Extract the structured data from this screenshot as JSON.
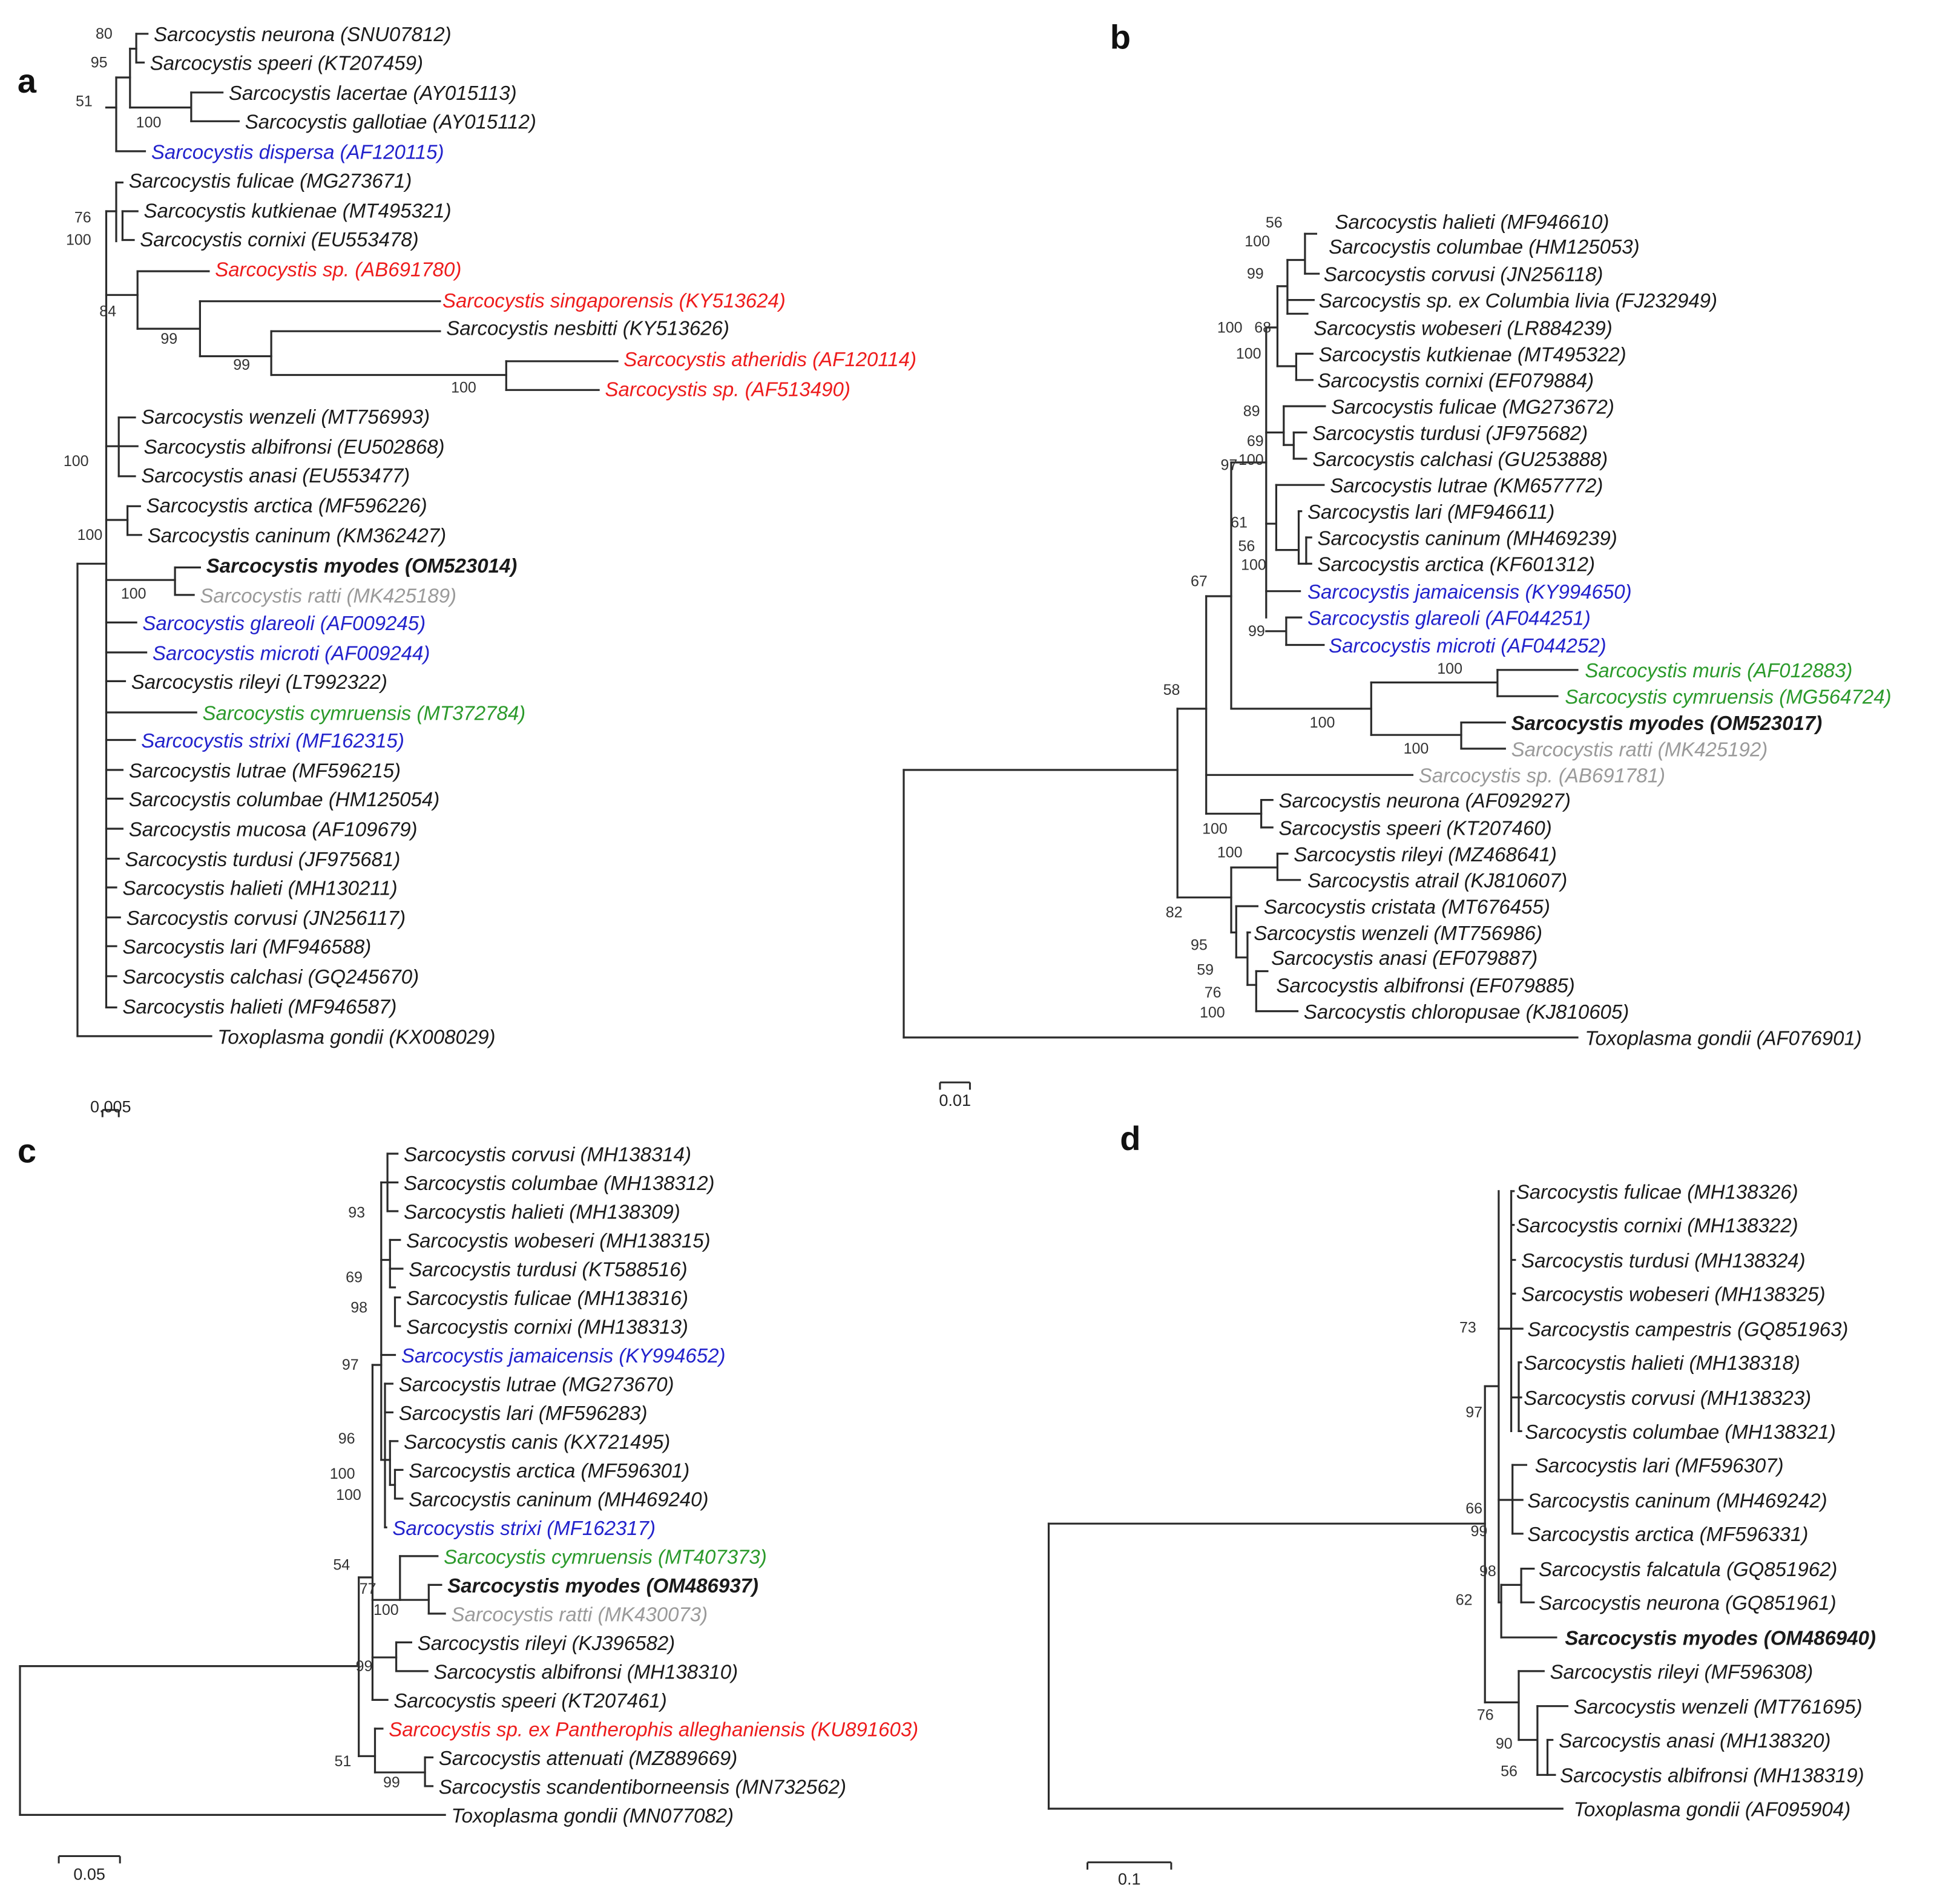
{
  "colors": {
    "black": "#1a1a1a",
    "blue": "#2222cc",
    "red": "#ee1c1c",
    "green": "#2b9a2b",
    "gray": "#9a9a9a"
  },
  "panels": [
    {
      "label": "a",
      "scale": "0.005",
      "taxa": [
        {
          "text": "Sarcocystis neurona (SNU07812)",
          "color": "black"
        },
        {
          "text": "Sarcocystis speeri (KT207459)",
          "color": "black"
        },
        {
          "text": "Sarcocystis lacertae (AY015113)",
          "color": "black"
        },
        {
          "text": "Sarcocystis gallotiae (AY015112)",
          "color": "black"
        },
        {
          "text": "Sarcocystis dispersa (AF120115)",
          "color": "blue"
        },
        {
          "text": "Sarcocystis fulicae (MG273671)",
          "color": "black"
        },
        {
          "text": "Sarcocystis kutkienae (MT495321)",
          "color": "black"
        },
        {
          "text": "Sarcocystis cornixi (EU553478)",
          "color": "black"
        },
        {
          "text": "Sarcocystis sp. (AB691780)",
          "color": "red"
        },
        {
          "text": "Sarcocystis singaporensis (KY513624)",
          "color": "red"
        },
        {
          "text": "Sarcocystis nesbitti (KY513626)",
          "color": "black"
        },
        {
          "text": "Sarcocystis atheridis (AF120114)",
          "color": "red"
        },
        {
          "text": "Sarcocystis sp. (AF513490)",
          "color": "red"
        },
        {
          "text": "Sarcocystis wenzeli (MT756993)",
          "color": "black"
        },
        {
          "text": "Sarcocystis albifronsi (EU502868)",
          "color": "black"
        },
        {
          "text": "Sarcocystis anasi (EU553477)",
          "color": "black"
        },
        {
          "text": "Sarcocystis arctica (MF596226)",
          "color": "black"
        },
        {
          "text": "Sarcocystis caninum (KM362427)",
          "color": "black"
        },
        {
          "text": "Sarcocystis myodes (OM523014)",
          "color": "black",
          "bold": true
        },
        {
          "text": "Sarcocystis ratti (MK425189)",
          "color": "gray"
        },
        {
          "text": "Sarcocystis glareoli (AF009245)",
          "color": "blue"
        },
        {
          "text": "Sarcocystis microti (AF009244)",
          "color": "blue"
        },
        {
          "text": "Sarcocystis rileyi (LT992322)",
          "color": "black"
        },
        {
          "text": "Sarcocystis cymruensis (MT372784)",
          "color": "green"
        },
        {
          "text": "Sarcocystis strixi (MF162315)",
          "color": "blue"
        },
        {
          "text": "Sarcocystis lutrae (MF596215)",
          "color": "black"
        },
        {
          "text": "Sarcocystis columbae (HM125054)",
          "color": "black"
        },
        {
          "text": "Sarcocystis mucosa (AF109679)",
          "color": "black"
        },
        {
          "text": "Sarcocystis turdusi (JF975681)",
          "color": "black"
        },
        {
          "text": "Sarcocystis halieti (MH130211)",
          "color": "black"
        },
        {
          "text": "Sarcocystis corvusi (JN256117)",
          "color": "black"
        },
        {
          "text": "Sarcocystis lari (MF946588)",
          "color": "black"
        },
        {
          "text": "Sarcocystis calchasi (GQ245670)",
          "color": "black"
        },
        {
          "text": "Sarcocystis halieti (MF946587)",
          "color": "black"
        },
        {
          "text": "Toxoplasma gondii (KX008029)",
          "color": "black"
        }
      ],
      "bootstraps": [
        "80",
        "95",
        "51",
        "100",
        "76",
        "100",
        "84",
        "99",
        "99",
        "100",
        "100",
        "100",
        "100"
      ]
    },
    {
      "label": "b",
      "scale": "0.01",
      "taxa": [
        {
          "text": "Sarcocystis halieti (MF946610)",
          "color": "black"
        },
        {
          "text": "Sarcocystis columbae (HM125053)",
          "color": "black"
        },
        {
          "text": "Sarcocystis corvusi (JN256118)",
          "color": "black"
        },
        {
          "text": "Sarcocystis sp. ex Columbia livia (FJ232949)",
          "color": "black"
        },
        {
          "text": "Sarcocystis wobeseri (LR884239)",
          "color": "black"
        },
        {
          "text": "Sarcocystis kutkienae (MT495322)",
          "color": "black"
        },
        {
          "text": "Sarcocystis cornixi (EF079884)",
          "color": "black"
        },
        {
          "text": "Sarcocystis fulicae (MG273672)",
          "color": "black"
        },
        {
          "text": "Sarcocystis turdusi (JF975682)",
          "color": "black"
        },
        {
          "text": "Sarcocystis calchasi (GU253888)",
          "color": "black"
        },
        {
          "text": "Sarcocystis lutrae (KM657772)",
          "color": "black"
        },
        {
          "text": "Sarcocystis lari (MF946611)",
          "color": "black"
        },
        {
          "text": "Sarcocystis caninum (MH469239)",
          "color": "black"
        },
        {
          "text": "Sarcocystis arctica (KF601312)",
          "color": "black"
        },
        {
          "text": "Sarcocystis jamaicensis (KY994650)",
          "color": "blue"
        },
        {
          "text": "Sarcocystis glareoli (AF044251)",
          "color": "blue"
        },
        {
          "text": "Sarcocystis microti (AF044252)",
          "color": "blue"
        },
        {
          "text": "Sarcocystis muris (AF012883)",
          "color": "green"
        },
        {
          "text": "Sarcocystis cymruensis (MG564724)",
          "color": "green"
        },
        {
          "text": "Sarcocystis myodes (OM523017)",
          "color": "black",
          "bold": true
        },
        {
          "text": "Sarcocystis ratti (MK425192)",
          "color": "gray"
        },
        {
          "text": "Sarcocystis sp. (AB691781)",
          "color": "gray"
        },
        {
          "text": "Sarcocystis neurona (AF092927)",
          "color": "black"
        },
        {
          "text": "Sarcocystis speeri (KT207460)",
          "color": "black"
        },
        {
          "text": "Sarcocystis rileyi (MZ468641)",
          "color": "black"
        },
        {
          "text": "Sarcocystis atrail (KJ810607)",
          "color": "black"
        },
        {
          "text": "Sarcocystis cristata (MT676455)",
          "color": "black"
        },
        {
          "text": "Sarcocystis wenzeli (MT756986)",
          "color": "black"
        },
        {
          "text": "Sarcocystis anasi (EF079887)",
          "color": "black"
        },
        {
          "text": "Sarcocystis albifronsi (EF079885)",
          "color": "black"
        },
        {
          "text": "Sarcocystis chloropusae (KJ810605)",
          "color": "black"
        },
        {
          "text": "Toxoplasma gondii (AF076901)",
          "color": "black"
        }
      ],
      "bootstraps": [
        "56",
        "100",
        "99",
        "100",
        "68",
        "100",
        "89",
        "69",
        "100",
        "97",
        "61",
        "56",
        "100",
        "99",
        "67",
        "58",
        "100",
        "100",
        "100",
        "100",
        "100",
        "82",
        "95",
        "59",
        "76",
        "100"
      ]
    },
    {
      "label": "c",
      "scale": "0.05",
      "taxa": [
        {
          "text": "Sarcocystis corvusi (MH138314)",
          "color": "black"
        },
        {
          "text": "Sarcocystis columbae (MH138312)",
          "color": "black"
        },
        {
          "text": "Sarcocystis halieti (MH138309)",
          "color": "black"
        },
        {
          "text": "Sarcocystis wobeseri (MH138315)",
          "color": "black"
        },
        {
          "text": "Sarcocystis turdusi (KT588516)",
          "color": "black"
        },
        {
          "text": "Sarcocystis fulicae (MH138316)",
          "color": "black"
        },
        {
          "text": "Sarcocystis cornixi (MH138313)",
          "color": "black"
        },
        {
          "text": "Sarcocystis jamaicensis (KY994652)",
          "color": "blue"
        },
        {
          "text": "Sarcocystis lutrae (MG273670)",
          "color": "black"
        },
        {
          "text": "Sarcocystis lari (MF596283)",
          "color": "black"
        },
        {
          "text": "Sarcocystis canis (KX721495)",
          "color": "black"
        },
        {
          "text": "Sarcocystis arctica (MF596301)",
          "color": "black"
        },
        {
          "text": "Sarcocystis caninum (MH469240)",
          "color": "black"
        },
        {
          "text": "Sarcocystis strixi (MF162317)",
          "color": "blue"
        },
        {
          "text": "Sarcocystis cymruensis (MT407373)",
          "color": "green"
        },
        {
          "text": "Sarcocystis myodes (OM486937)",
          "color": "black",
          "bold": true
        },
        {
          "text": "Sarcocystis ratti (MK430073)",
          "color": "gray"
        },
        {
          "text": "Sarcocystis rileyi (KJ396582)",
          "color": "black"
        },
        {
          "text": "Sarcocystis albifronsi (MH138310)",
          "color": "black"
        },
        {
          "text": "Sarcocystis speeri (KT207461)",
          "color": "black"
        },
        {
          "text": "Sarcocystis sp. ex Pantherophis alleghaniensis (KU891603)",
          "color": "red"
        },
        {
          "text": "Sarcocystis attenuati (MZ889669)",
          "color": "black"
        },
        {
          "text": "Sarcocystis scandentiborneensis (MN732562)",
          "color": "black"
        },
        {
          "text": "Toxoplasma gondii (MN077082)",
          "color": "black"
        }
      ],
      "bootstraps": [
        "93",
        "69",
        "98",
        "97",
        "96",
        "100",
        "100",
        "54",
        "77",
        "100",
        "99",
        "51",
        "99"
      ]
    },
    {
      "label": "d",
      "scale": "0.1",
      "taxa": [
        {
          "text": "Sarcocystis fulicae (MH138326)",
          "color": "black"
        },
        {
          "text": "Sarcocystis cornixi (MH138322)",
          "color": "black"
        },
        {
          "text": "Sarcocystis turdusi (MH138324)",
          "color": "black"
        },
        {
          "text": "Sarcocystis wobeseri (MH138325)",
          "color": "black"
        },
        {
          "text": "Sarcocystis campestris (GQ851963)",
          "color": "black"
        },
        {
          "text": "Sarcocystis halieti (MH138318)",
          "color": "black"
        },
        {
          "text": "Sarcocystis corvusi (MH138323)",
          "color": "black"
        },
        {
          "text": "Sarcocystis columbae (MH138321)",
          "color": "black"
        },
        {
          "text": "Sarcocystis lari (MF596307)",
          "color": "black"
        },
        {
          "text": "Sarcocystis caninum (MH469242)",
          "color": "black"
        },
        {
          "text": "Sarcocystis arctica (MF596331)",
          "color": "black"
        },
        {
          "text": "Sarcocystis falcatula (GQ851962)",
          "color": "black"
        },
        {
          "text": "Sarcocystis neurona (GQ851961)",
          "color": "black"
        },
        {
          "text": "Sarcocystis myodes (OM486940)",
          "color": "black",
          "bold": true
        },
        {
          "text": "Sarcocystis rileyi (MF596308)",
          "color": "black"
        },
        {
          "text": "Sarcocystis wenzeli (MT761695)",
          "color": "black"
        },
        {
          "text": "Sarcocystis anasi (MH138320)",
          "color": "black"
        },
        {
          "text": "Sarcocystis albifronsi (MH138319)",
          "color": "black"
        },
        {
          "text": "Toxoplasma gondii (AF095904)",
          "color": "black"
        }
      ],
      "bootstraps": [
        "73",
        "97",
        "66",
        "99",
        "98",
        "62",
        "76",
        "90",
        "56"
      ]
    }
  ]
}
